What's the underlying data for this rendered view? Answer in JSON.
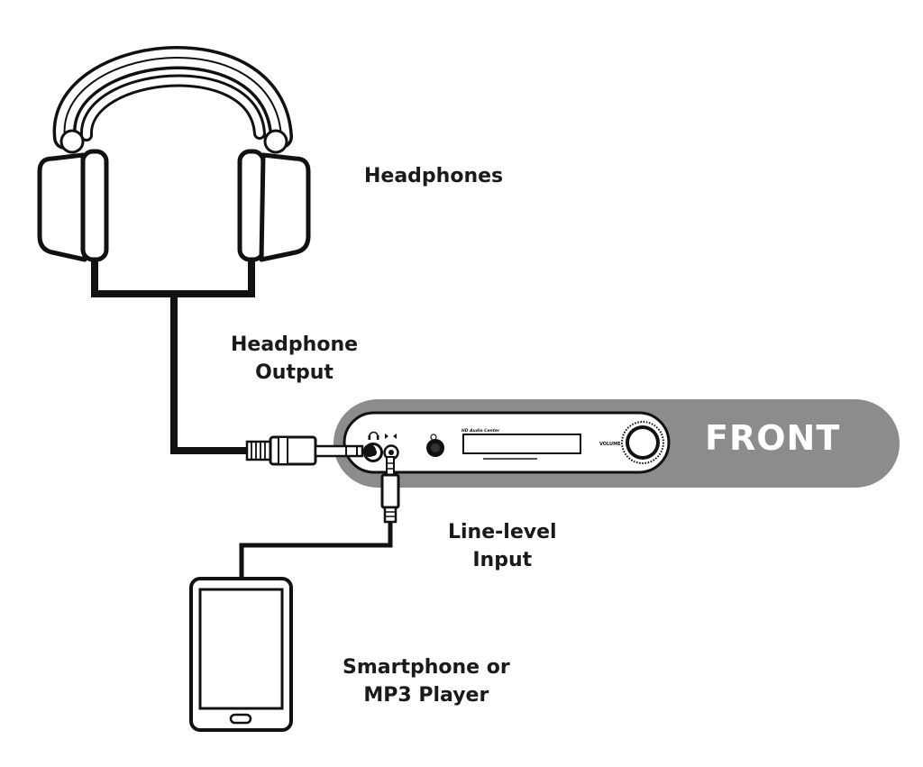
{
  "labels": {
    "headphones": "Headphones",
    "headphone_output": [
      "Headphone",
      "Output"
    ],
    "line_level_input": [
      "Line-level",
      "Input"
    ],
    "smartphone": [
      "Smartphone or",
      "MP3 Player"
    ],
    "front": "FRONT"
  },
  "device_panel": {
    "brand_text": "HD Audio Center",
    "tiny_labels": [
      "VOLUME"
    ]
  },
  "colors": {
    "line": "#111111",
    "panel_band": "#8c8c8c",
    "background": "#ffffff"
  },
  "icons": [
    "headphones-icon",
    "headphone-jack-icon",
    "line-in-jack-icon",
    "power-button-icon",
    "volume-knob-icon",
    "smartphone-icon"
  ]
}
